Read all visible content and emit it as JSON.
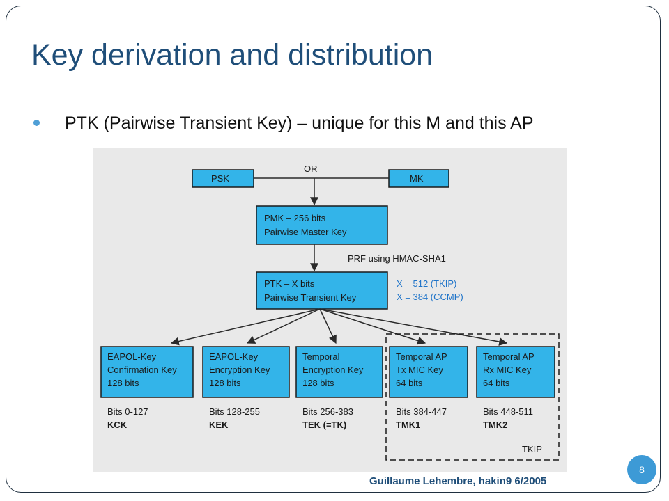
{
  "slide": {
    "title": "Key derivation and distribution",
    "bullet": "PTK (Pairwise Transient Key) – unique for this M and this AP",
    "page_number": "8",
    "footer": "Guillaume Lehembre, hakin9 6/2005"
  },
  "diagram": {
    "psk": "PSK",
    "mk": "MK",
    "or_label": "OR",
    "pmk": {
      "line1": "PMK – 256 bits",
      "line2": "Pairwise Master Key"
    },
    "prf_label": "PRF using HMAC-SHA1",
    "ptk": {
      "line1": "PTK – X bits",
      "line2": "Pairwise Transient Key"
    },
    "x_notes": [
      "X = 512 (TKIP)",
      "X = 384 (CCMP)"
    ],
    "keys": [
      {
        "lines": [
          "EAPOL-Key",
          "Confirmation Key",
          "128 bits"
        ],
        "bits": "Bits 0-127",
        "abbr": "KCK"
      },
      {
        "lines": [
          "EAPOL-Key",
          "Encryption Key",
          "128 bits"
        ],
        "bits": "Bits 128-255",
        "abbr": "KEK"
      },
      {
        "lines": [
          "Temporal",
          "Encryption Key",
          "128 bits"
        ],
        "bits": "Bits 256-383",
        "abbr": "TEK (=TK)"
      },
      {
        "lines": [
          "Temporal AP",
          "Tx MIC Key",
          "64 bits"
        ],
        "bits": "Bits 384-447",
        "abbr": "TMK1"
      },
      {
        "lines": [
          "Temporal AP",
          "Rx MIC Key",
          "64 bits"
        ],
        "bits": "Bits 448-511",
        "abbr": "TMK2"
      }
    ],
    "tkip_label": "TKIP"
  },
  "colors": {
    "title": "#1f4e79",
    "box": "#33b4e9",
    "note": "#1f74c9",
    "badge": "#3d9ad6"
  }
}
